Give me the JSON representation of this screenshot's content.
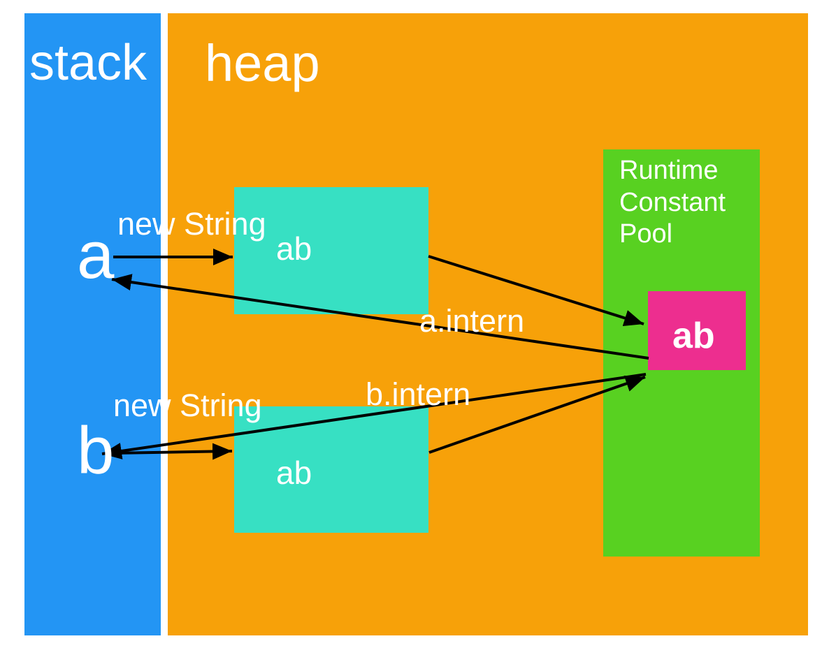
{
  "colors": {
    "background": "#FFFFFF",
    "stack": "#2395F4",
    "heap": "#F7A109",
    "pool": "#58D121",
    "object": "#37E0C3",
    "pool_entry": "#ED2E8F",
    "arrow": "#000000",
    "text": "#FFFFFF"
  },
  "regions": {
    "stack": {
      "label": "stack"
    },
    "heap": {
      "label": "heap"
    },
    "pool": {
      "label": "Runtime Constant Pool"
    }
  },
  "variables": {
    "a": "a",
    "b": "b"
  },
  "objects": {
    "heap_object_a": "ab",
    "heap_object_b": "ab",
    "pool_entry": "ab"
  },
  "annotations": {
    "new_string_a": "new String",
    "new_string_b": "new String",
    "a_intern": "a.intern",
    "b_intern": "b.intern"
  }
}
